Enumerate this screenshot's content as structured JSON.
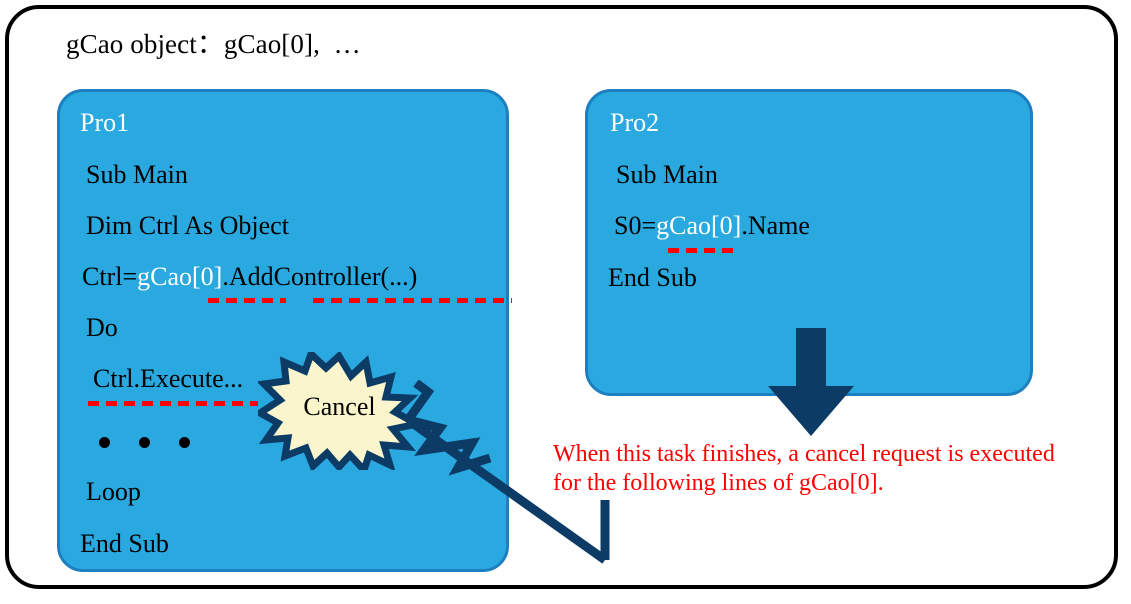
{
  "title": "gCao object：gCao[0],  …",
  "colors": {
    "box_fill": "#29A9E0",
    "box_border": "#1C7FC0",
    "frame_border": "#000000",
    "highlight_text": "#FFFFFF",
    "underline_red": "#FF0000",
    "navy": "#0C3C66",
    "burst_fill": "#FAF5CC",
    "caption_red": "#FF0000"
  },
  "pro1": {
    "title": "Pro1",
    "lines": [
      {
        "text": "Sub Main"
      },
      {
        "text": "Dim Ctrl As Object"
      },
      {
        "prefix": "Ctrl=",
        "highlight": "gCao[0]",
        "suffix": ".AddController(...)"
      },
      {
        "text": "Do"
      },
      {
        "text": "Ctrl.Execute..."
      },
      {
        "text": "• • •"
      },
      {
        "text": "Loop"
      },
      {
        "text": "End Sub"
      }
    ]
  },
  "pro2": {
    "title": "Pro2",
    "lines": [
      {
        "text": "Sub Main"
      },
      {
        "prefix": "S0=",
        "highlight": "gCao[0]",
        "suffix": ".Name"
      },
      {
        "text": "End Sub"
      }
    ]
  },
  "burst": {
    "label": "Cancel"
  },
  "caption": {
    "text": "When this task finishes, a cancel request is executed for the following lines of gCao[0]."
  },
  "icons": {
    "down_arrow": "down-arrow-icon",
    "starburst": "starburst-icon",
    "zigzag_arrow": "zigzag-arrow-icon"
  }
}
